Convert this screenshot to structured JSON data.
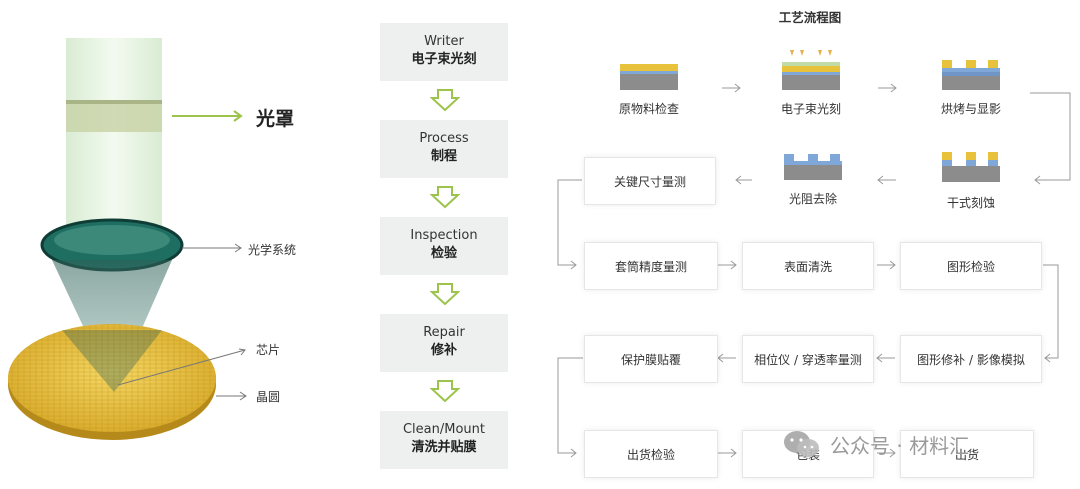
{
  "left": {
    "mask_label": "光罩",
    "optics_label": "光学系统",
    "chip_label": "芯片",
    "wafer_label": "晶圆"
  },
  "middle": {
    "steps": [
      {
        "en": "Writer",
        "cn": "电子束光刻"
      },
      {
        "en": "Process",
        "cn": "制程"
      },
      {
        "en": "Inspection",
        "cn": "检验"
      },
      {
        "en": "Repair",
        "cn": "修补"
      },
      {
        "en": "Clean/Mount",
        "cn": "清洗并贴膜"
      }
    ]
  },
  "process": {
    "title": "工艺流程图",
    "icon_steps": [
      "原物料检查",
      "电子束光刻",
      "烘烤与显影",
      "干式刻蚀",
      "光阻去除"
    ],
    "boxes": [
      "关键尺寸量测",
      "套筒精度量测",
      "表面清洗",
      "图形检验",
      "图形修补 / 影像模拟",
      "相位仪 / 穿透率量测",
      "保护膜贴覆",
      "出货检验",
      "包装",
      "出货"
    ]
  },
  "watermark": {
    "text": "公众号 · 材料汇"
  },
  "colors": {
    "wafer_gold": "#e9c13a",
    "lens_teal": "#1e6e62",
    "green_arrow": "#9cc34b",
    "mid_box_bg": "#eef0f0",
    "layer_yellow": "#e8c23a",
    "layer_blue": "#7fa7d8",
    "layer_gray": "#8c8c8c"
  }
}
